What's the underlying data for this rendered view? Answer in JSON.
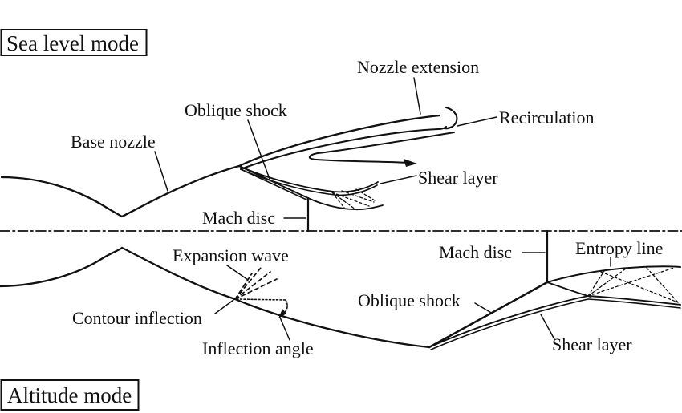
{
  "diagram": {
    "colors": {
      "background": "#ffffff",
      "line": "#111111"
    },
    "sea_level": {
      "box_label": "Sea level mode",
      "labels": {
        "nozzle_extension": "Nozzle extension",
        "oblique_shock": "Oblique shock",
        "recirculation": "Recirculation",
        "base_nozzle": "Base nozzle",
        "shear_layer": "Shear layer",
        "mach_disc": "Mach disc"
      }
    },
    "altitude": {
      "box_label": "Altitude mode",
      "labels": {
        "expansion_wave": "Expansion wave",
        "mach_disc": "Mach disc",
        "entropy_line": "Entropy line",
        "oblique_shock": "Oblique shock",
        "contour_inflection": "Contour inflection",
        "inflection_angle": "Inflection angle",
        "shear_layer": "Shear layer"
      }
    }
  }
}
